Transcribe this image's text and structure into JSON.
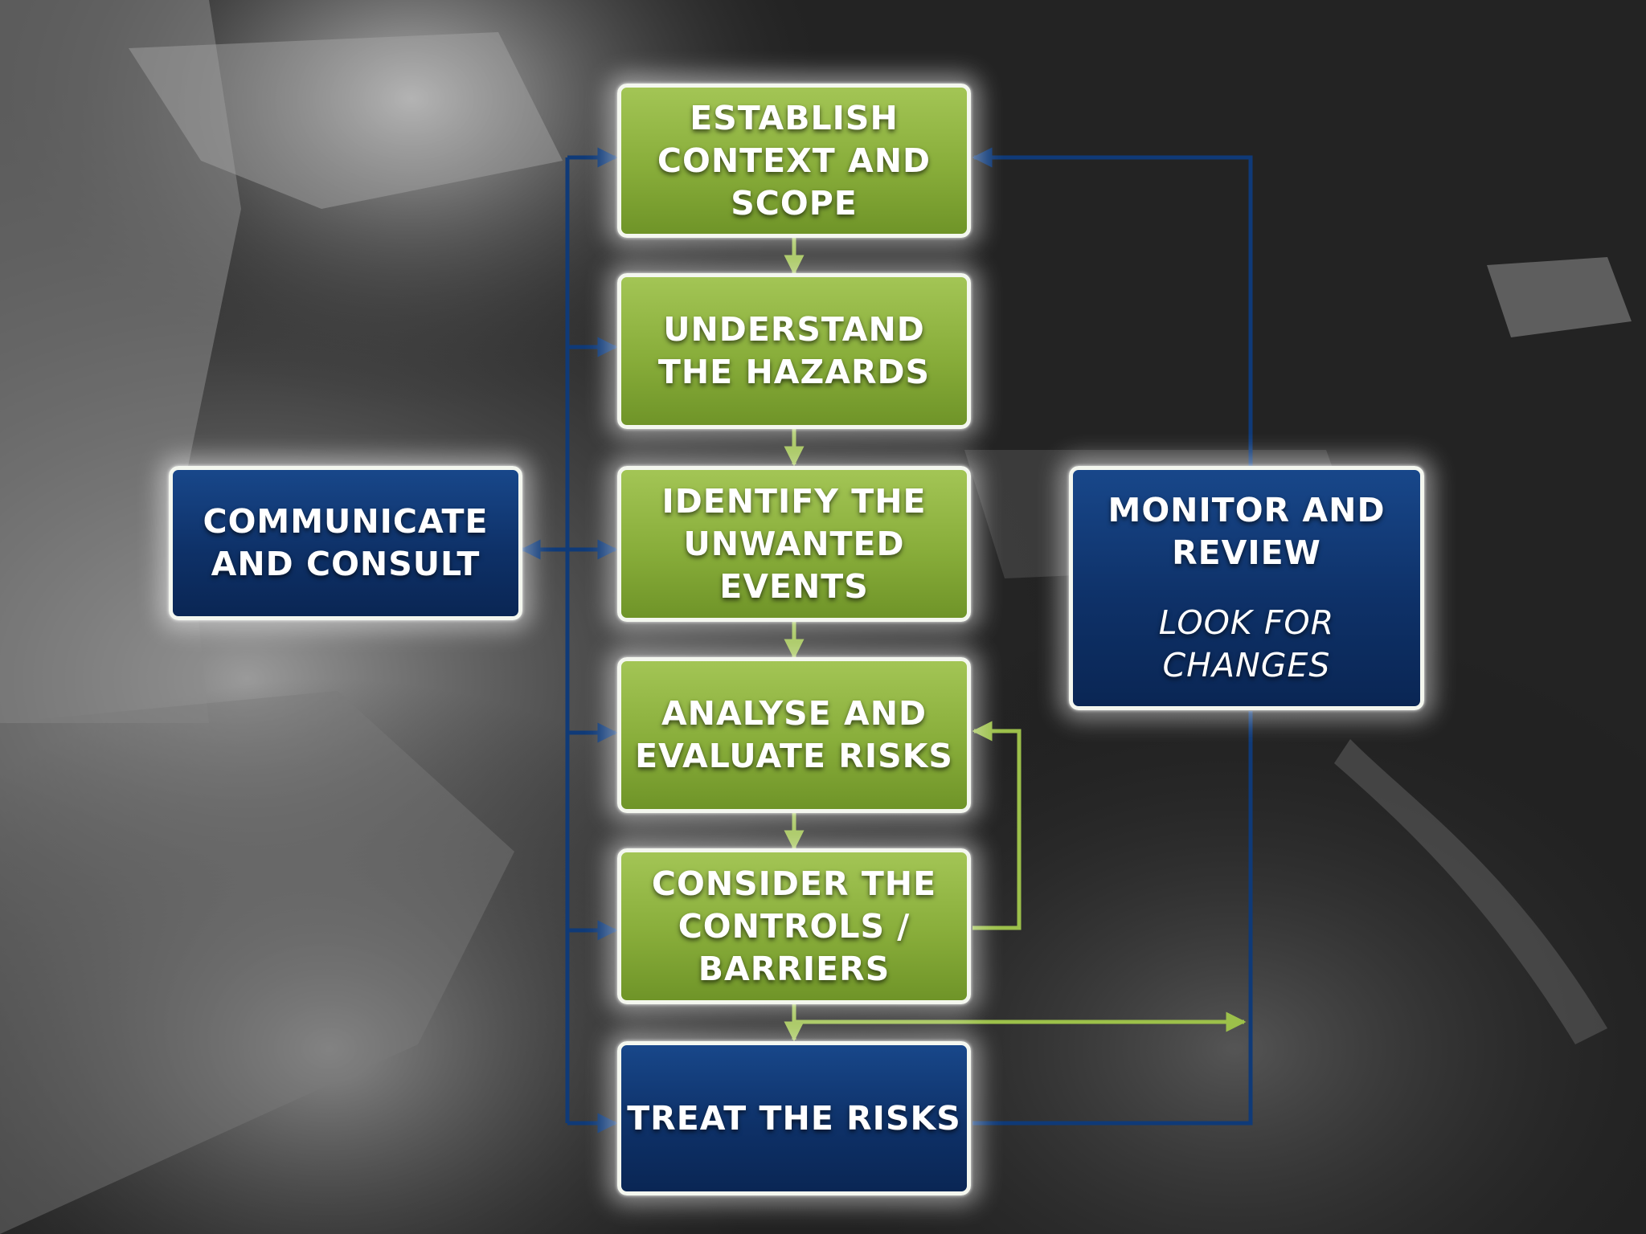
{
  "steps": {
    "establish": [
      "ESTABLISH",
      "CONTEXT AND",
      "SCOPE"
    ],
    "understand": [
      "UNDERSTAND",
      "THE HAZARDS"
    ],
    "identify": [
      "IDENTIFY THE",
      "UNWANTED",
      "EVENTS"
    ],
    "analyse": [
      "ANALYSE AND",
      "EVALUATE RISKS"
    ],
    "consider": [
      "CONSIDER THE",
      "CONTROLS /",
      "BARRIERS"
    ],
    "treat": [
      "TREAT THE RISKS"
    ]
  },
  "communicate": [
    "COMMUNICATE",
    "AND CONSULT"
  ],
  "monitor": {
    "title": [
      "MONITOR AND",
      "REVIEW"
    ],
    "subtitle": [
      "LOOK FOR",
      "CHANGES"
    ]
  },
  "colors": {
    "green": "#8db23e",
    "navy": "#0e3168",
    "arrow_navy": "#0f3a78",
    "arrow_green": "#9cc04a"
  }
}
